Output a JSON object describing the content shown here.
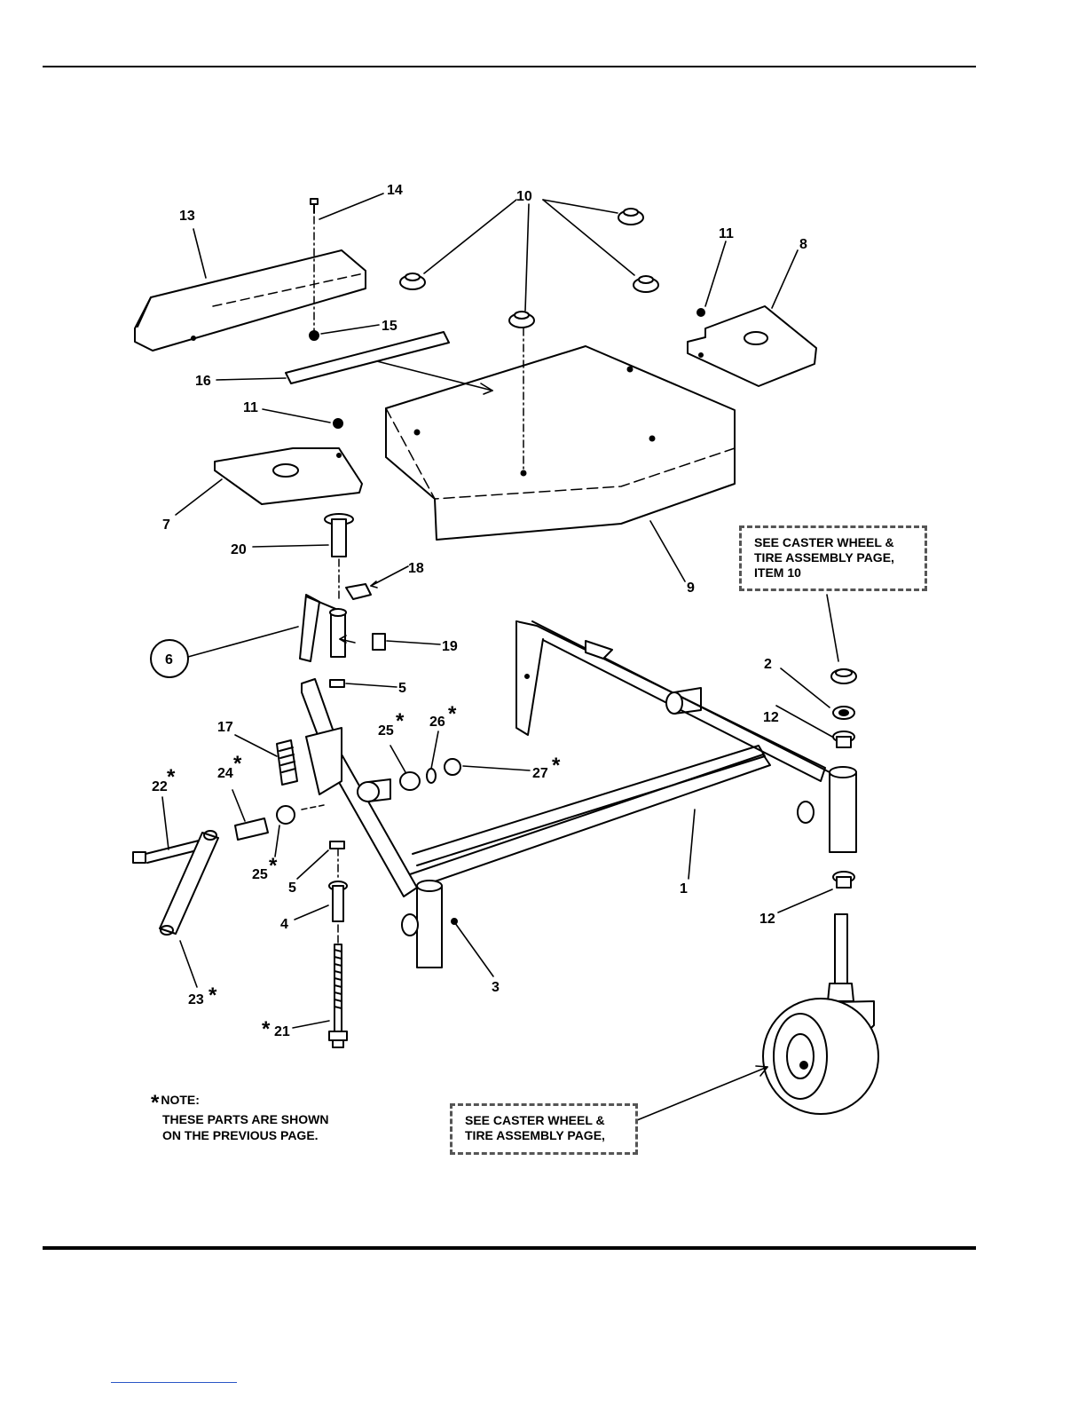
{
  "callouts": {
    "c1": "1",
    "c2": "2",
    "c3": "3",
    "c4": "4",
    "c5a": "5",
    "c5b": "5",
    "c6": "6",
    "c7": "7",
    "c8": "8",
    "c9": "9",
    "c10": "10",
    "c11a": "11",
    "c11b": "11",
    "c12a": "12",
    "c12b": "12",
    "c13": "13",
    "c14": "14",
    "c15": "15",
    "c16": "16",
    "c17": "17",
    "c18": "18",
    "c19": "19",
    "c20": "20",
    "c21": "21",
    "c22": "22",
    "c23": "23",
    "c24": "24",
    "c25a": "25",
    "c25b": "25",
    "c26": "26",
    "c27": "27",
    "star": "*"
  },
  "notes": {
    "caster_top": [
      "SEE CASTER WHEEL &",
      "TIRE ASSEMBLY PAGE,",
      "ITEM 10"
    ],
    "caster_bottom": [
      "SEE CASTER WHEEL &",
      "TIRE ASSEMBLY PAGE,"
    ],
    "parts_note": {
      "star": "*",
      "lines": [
        "NOTE:",
        "THESE PARTS ARE SHOWN",
        "ON THE PREVIOUS PAGE."
      ]
    }
  }
}
